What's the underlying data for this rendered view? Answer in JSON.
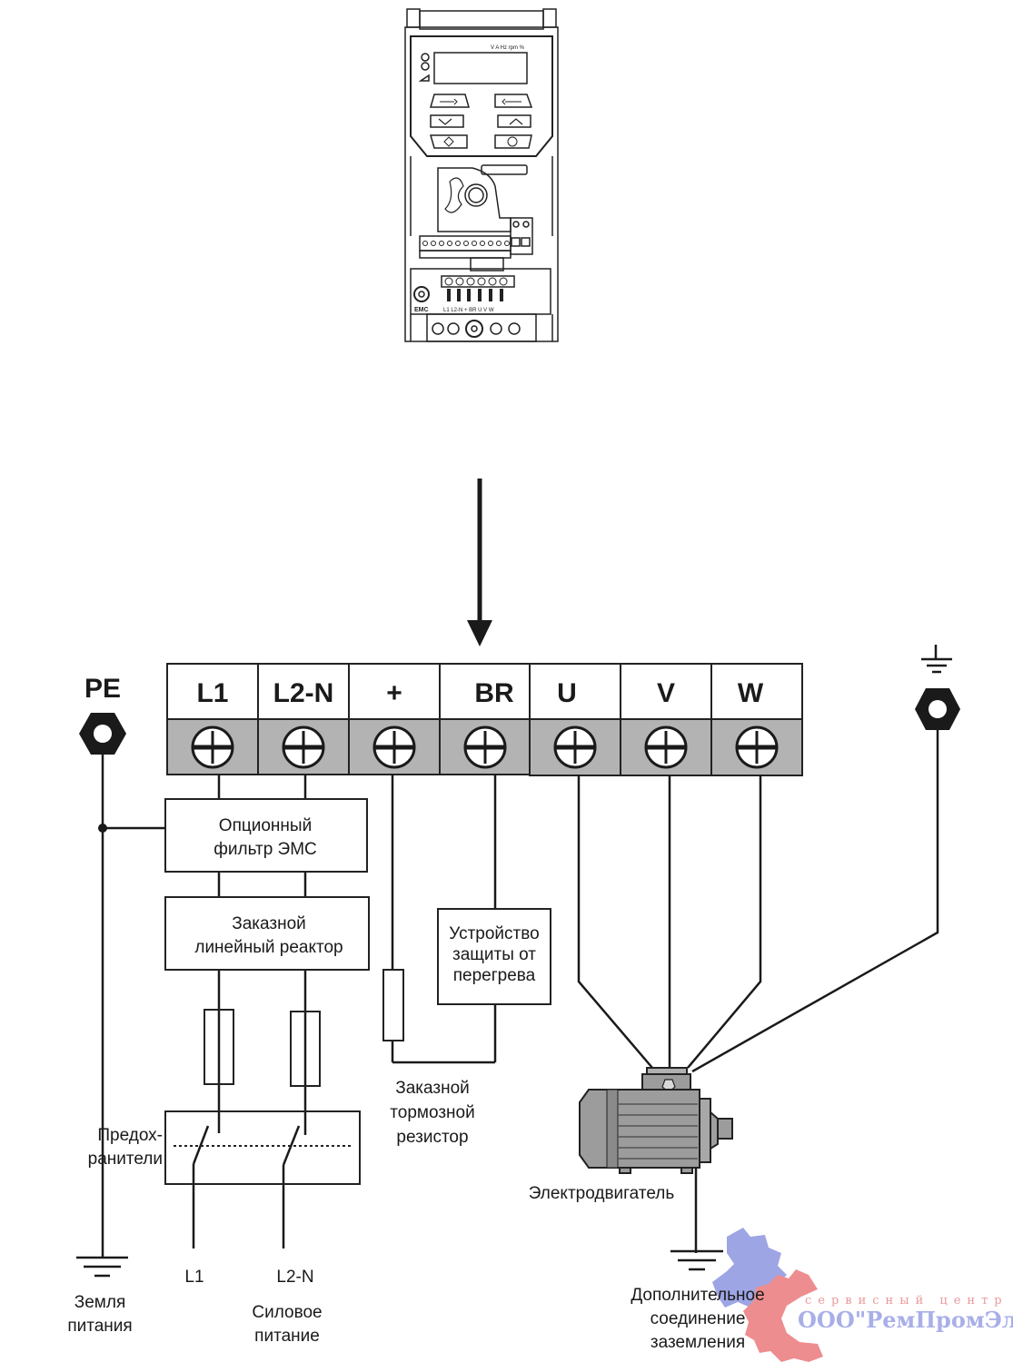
{
  "diagram": {
    "title": "Power wiring diagram of frequency inverter",
    "device_panel": {
      "display_units": "V A Hz rpm %",
      "terminal_strip_labels": [
        "L1",
        "L2-N",
        "+",
        "BR",
        "U",
        "V",
        "W"
      ],
      "emc_label": "EMC"
    },
    "terminals": [
      {
        "id": "L1",
        "label": "L1"
      },
      {
        "id": "L2N",
        "label": "L2-N"
      },
      {
        "id": "plus",
        "label": "+"
      },
      {
        "id": "BR",
        "label": "BR"
      },
      {
        "id": "U",
        "label": "U"
      },
      {
        "id": "V",
        "label": "V"
      },
      {
        "id": "W",
        "label": "W"
      }
    ],
    "pe_label": "PE",
    "blocks": {
      "emc_filter": [
        "Опционный",
        "фильтр ЭМС"
      ],
      "line_reactor": [
        "Заказной",
        "линейный реактор"
      ],
      "thermal_protection": [
        "Устройство",
        "защиты от",
        "перегрева"
      ]
    },
    "labels": {
      "fuses": [
        "Предох-",
        "ранители"
      ],
      "brake_resistor": [
        "Заказной",
        "тормозной",
        "резистор"
      ],
      "motor": "Электродвигатель",
      "supply_ground": [
        "Земля",
        "питания"
      ],
      "supply_L1": "L1",
      "supply_L2N": "L2-N",
      "power_supply": [
        "Силовое",
        "питание"
      ],
      "extra_ground": [
        "Дополнительное",
        "соединение",
        "заземления"
      ]
    },
    "watermark": {
      "line1": "сервисный центр",
      "line2": "ООО\"РемПромЭл\"",
      "colors": {
        "gear_blue": "#8e96e0",
        "gear_red": "#ec7a7c"
      }
    },
    "colors": {
      "line": "#1a1a1a",
      "terminal_gray": "#b3b3b3",
      "motor_gray": "#9c9c9c"
    }
  }
}
